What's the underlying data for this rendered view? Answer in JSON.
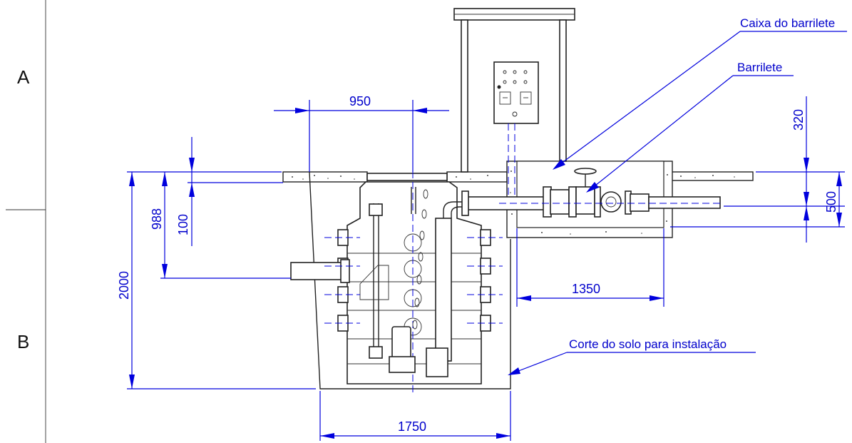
{
  "zones": {
    "a": "A",
    "b": "B"
  },
  "dimensions": {
    "d950": "950",
    "d988": "988",
    "d100": "100",
    "d2000": "2000",
    "d1350": "1350",
    "d1750": "1750",
    "d320": "320",
    "d500": "500"
  },
  "callouts": {
    "caixa_barrilete": "Caixa do barrilete",
    "barrilete": "Barrilete",
    "corte_solo": "Corte do solo para instalação"
  },
  "colors": {
    "dimension_blue": "#0000dd",
    "line_black": "#222222"
  }
}
